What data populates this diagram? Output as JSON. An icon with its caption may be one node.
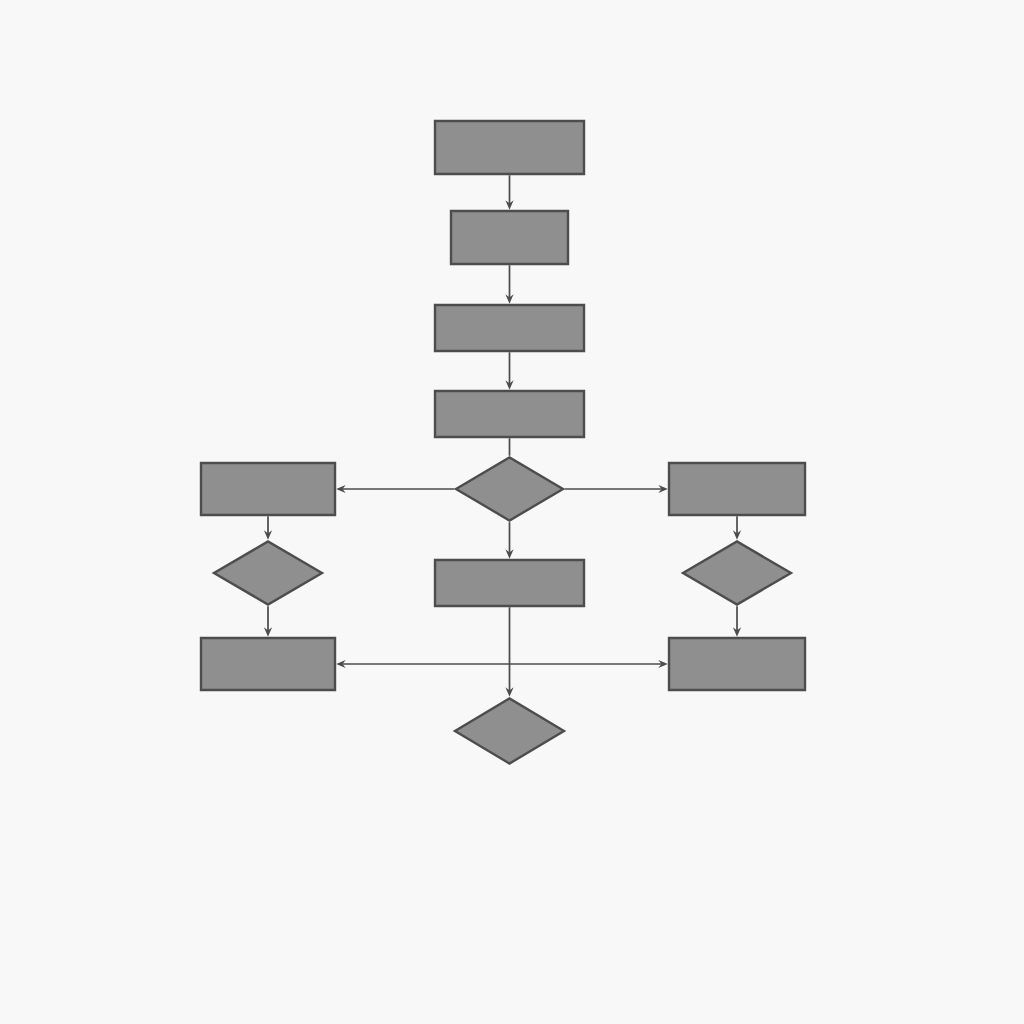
{
  "diagram": {
    "nodes": [
      {
        "text": [],
        "shape": "box"
      },
      {
        "text": [],
        "shape": "box"
      },
      {
        "text": [],
        "shape": "box"
      },
      {
        "text": [],
        "shape": "box"
      },
      {
        "text": [],
        "shape": "box"
      },
      {
        "text": [],
        "shape": "diamond"
      },
      {
        "text": [],
        "shape": "box"
      },
      {
        "text": [],
        "shape": "diamond"
      },
      {
        "text": [],
        "shape": "box"
      },
      {
        "text": [],
        "shape": "diamond"
      },
      {
        "text": [],
        "shape": "box"
      },
      {
        "text": [],
        "shape": "box"
      },
      {
        "text": [],
        "shape": "diamond"
      }
    ],
    "edges": [
      {
        "from": 0,
        "to": 1,
        "arrow": "to"
      },
      {
        "from": 1,
        "to": 2,
        "arrow": "to"
      },
      {
        "from": 2,
        "to": 3,
        "arrow": "to"
      },
      {
        "from": 3,
        "to": 5,
        "arrow": "none"
      },
      {
        "from": 5,
        "to": 4,
        "arrow": "to"
      },
      {
        "from": 5,
        "to": 6,
        "arrow": "to"
      },
      {
        "from": 5,
        "to": 8,
        "arrow": "to"
      },
      {
        "from": 4,
        "to": 7,
        "arrow": "to"
      },
      {
        "from": 7,
        "to": 10,
        "arrow": "to"
      },
      {
        "from": 6,
        "to": 9,
        "arrow": "to"
      },
      {
        "from": 9,
        "to": 11,
        "arrow": "to"
      },
      {
        "from": 8,
        "to": 12,
        "arrow": "to"
      },
      {
        "from": 10,
        "to": 11,
        "arrow": "both"
      }
    ]
  }
}
